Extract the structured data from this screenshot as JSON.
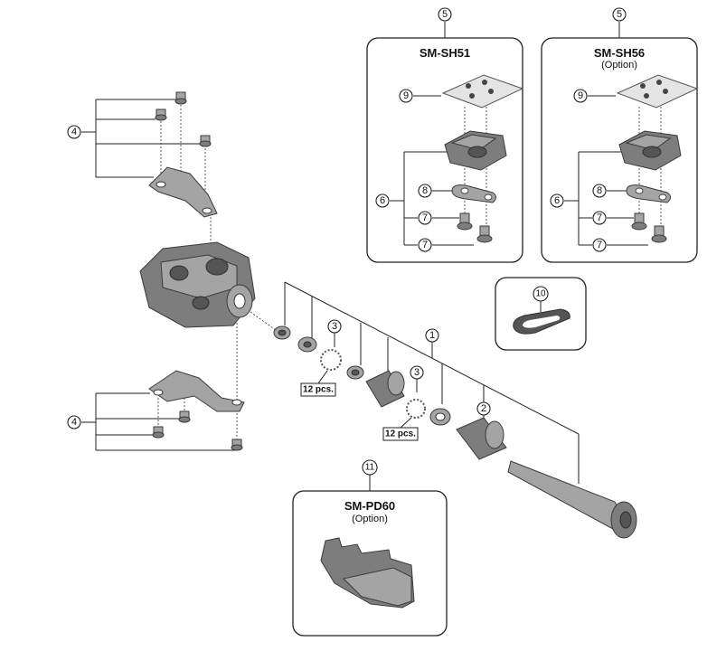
{
  "callouts": {
    "c1": "1",
    "c2": "2",
    "c3a": "3",
    "c3b": "3",
    "c4a": "4",
    "c4b": "4",
    "c5a": "5",
    "c5b": "5",
    "c6a": "6",
    "c6b": "6",
    "c7a": "7",
    "c7b": "7",
    "c7c": "7",
    "c7d": "7",
    "c8a": "8",
    "c8b": "8",
    "c9a": "9",
    "c9b": "9",
    "c10": "10",
    "c11": "11"
  },
  "boxes": {
    "sh51": {
      "title": "SM-SH51"
    },
    "sh56": {
      "title": "SM-SH56",
      "subtitle": "(Option)"
    },
    "pd60": {
      "title": "SM-PD60",
      "subtitle": "(Option)"
    }
  },
  "quantities": {
    "q1": "12 pcs.",
    "q2": "12 pcs."
  }
}
